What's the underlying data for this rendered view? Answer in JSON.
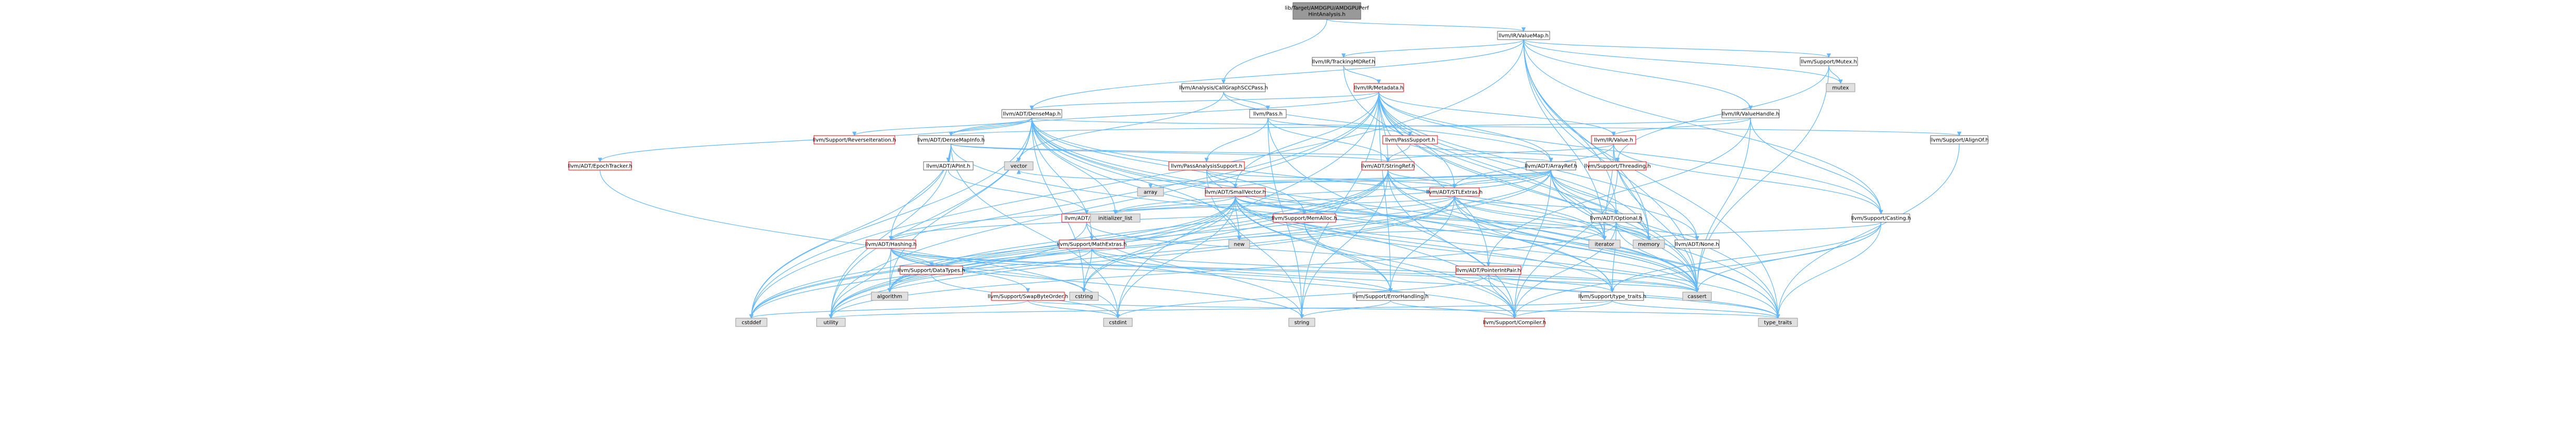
{
  "colors": {
    "root_fill": "#999999",
    "root_stroke": "#666666",
    "header_fill": "#ffffff",
    "header_stroke": "#666666",
    "truncated_stroke": "#ff0000",
    "system_fill": "#e0e0e0",
    "system_stroke": "#999999",
    "edge": "#63b8ff"
  },
  "nodes": {
    "root": {
      "label": "lib/Target/AMDGPU/AMDGPUPerfHintAnalysis.h",
      "lines": [
        "lib/Target/AMDGPU/AMDGPUPerf",
        "HintAnalysis.h"
      ],
      "kind": "root"
    },
    "ValueMap": {
      "label": "llvm/IR/ValueMap.h",
      "kind": "header"
    },
    "CallGraphSCCPass": {
      "label": "llvm/Analysis/CallGraphSCCPass.h",
      "kind": "header"
    },
    "TrackingMDRef": {
      "label": "llvm/IR/TrackingMDRef.h",
      "kind": "header"
    },
    "Mutex": {
      "label": "llvm/Support/Mutex.h",
      "kind": "header"
    },
    "Metadata": {
      "label": "llvm/IR/Metadata.h",
      "kind": "truncated"
    },
    "ValueHandle": {
      "label": "llvm/IR/ValueHandle.h",
      "kind": "header"
    },
    "Pass": {
      "label": "llvm/Pass.h",
      "kind": "header"
    },
    "DenseMap": {
      "label": "llvm/ADT/DenseMap.h",
      "kind": "header"
    },
    "DenseMapInfo": {
      "label": "llvm/ADT/DenseMapInfo.h",
      "kind": "header"
    },
    "PassSupport": {
      "label": "llvm/PassSupport.h",
      "kind": "truncated"
    },
    "Value": {
      "label": "llvm/IR/Value.h",
      "kind": "truncated"
    },
    "AlignOf": {
      "label": "llvm/Support/AlignOf.h",
      "kind": "header"
    },
    "ReverseIteration": {
      "label": "llvm/Support/ReverseIteration.h",
      "kind": "truncated"
    },
    "EpochTracker": {
      "label": "llvm/ADT/EpochTracker.h",
      "kind": "truncated"
    },
    "APInt": {
      "label": "llvm/ADT/APInt.h",
      "kind": "header"
    },
    "PassAnalysisSupport": {
      "label": "llvm/PassAnalysisSupport.h",
      "kind": "truncated"
    },
    "StringRef": {
      "label": "llvm/ADT/StringRef.h",
      "kind": "truncated"
    },
    "ArrayRef": {
      "label": "llvm/ADT/ArrayRef.h",
      "kind": "header"
    },
    "Threading": {
      "label": "llvm/Support/Threading.h",
      "kind": "truncated"
    },
    "SmallVector": {
      "label": "llvm/ADT/SmallVector.h",
      "kind": "truncated"
    },
    "STLExtras": {
      "label": "llvm/ADT/STLExtras.h",
      "kind": "truncated"
    },
    "APIntH": {
      "label": "llvm/ADT/APInt.h",
      "kind": "truncated"
    },
    "Optional": {
      "label": "llvm/ADT/Optional.h",
      "kind": "header"
    },
    "Casting": {
      "label": "llvm/Support/Casting.h",
      "kind": "header"
    },
    "Hashing": {
      "label": "llvm/ADT/Hashing.h",
      "kind": "truncated"
    },
    "MathExtras": {
      "label": "llvm/Support/MathExtras.h",
      "kind": "truncated"
    },
    "MemAlloc": {
      "label": "llvm/Support/MemAlloc.h",
      "kind": "truncated"
    },
    "PointerIntPair": {
      "label": "llvm/ADT/PointerIntPair.h",
      "kind": "truncated"
    },
    "None": {
      "label": "llvm/ADT/None.h",
      "kind": "header"
    },
    "DataTypes": {
      "label": "llvm/Support/DataTypes.h",
      "kind": "truncated"
    },
    "SwapByteOrder": {
      "label": "llvm/Support/SwapByteOrder.h",
      "kind": "truncated"
    },
    "ErrorHandling": {
      "label": "llvm/Support/ErrorHandling.h",
      "kind": "header"
    },
    "TypeTraits": {
      "label": "llvm/Support/type_traits.h",
      "kind": "header"
    },
    "Compiler": {
      "label": "llvm/Support/Compiler.h",
      "kind": "truncated"
    },
    "mutex": {
      "label": "mutex",
      "kind": "system"
    },
    "vector": {
      "label": "vector",
      "kind": "system"
    },
    "array": {
      "label": "array",
      "kind": "system"
    },
    "iterator": {
      "label": "iterator",
      "kind": "system"
    },
    "initializer_list": {
      "label": "initializer_list",
      "kind": "system"
    },
    "memory": {
      "label": "memory",
      "kind": "system"
    },
    "new": {
      "label": "new",
      "kind": "system"
    },
    "algorithm": {
      "label": "algorithm",
      "kind": "system"
    },
    "cstring": {
      "label": "cstring",
      "kind": "system"
    },
    "cassert": {
      "label": "cassert",
      "kind": "system"
    },
    "cstddef": {
      "label": "cstddef",
      "kind": "system"
    },
    "utility": {
      "label": "utility",
      "kind": "system"
    },
    "cstdint": {
      "label": "cstdint",
      "kind": "system"
    },
    "string": {
      "label": "string",
      "kind": "system"
    },
    "type_traits": {
      "label": "type_traits",
      "kind": "system"
    }
  }
}
